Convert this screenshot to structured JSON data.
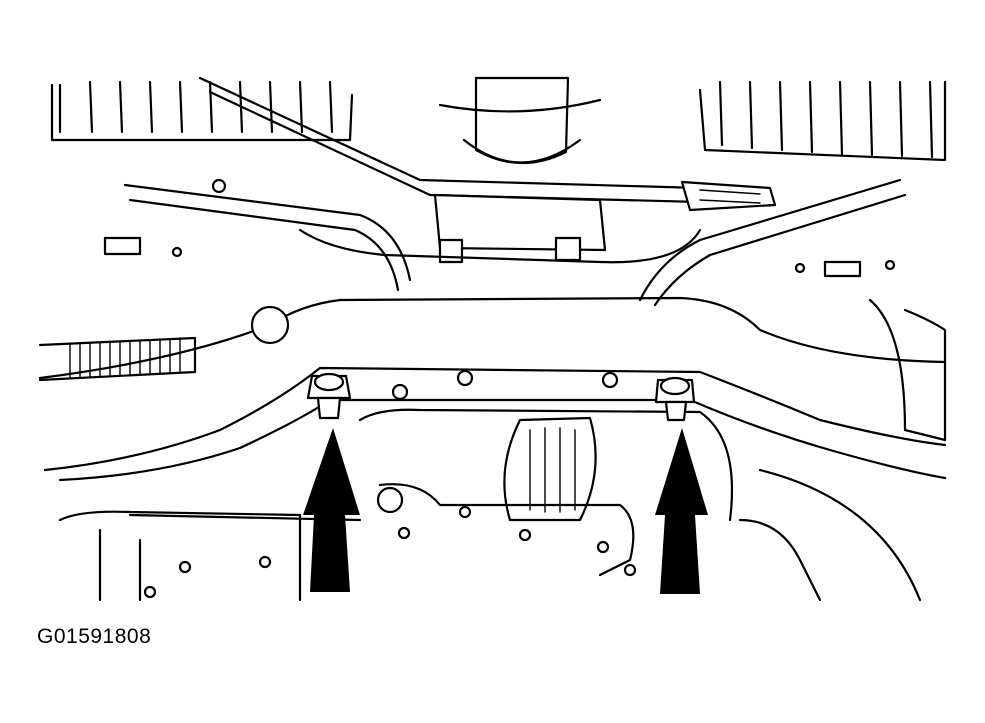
{
  "figure": {
    "id_label": "G01591808",
    "line_color": "#000000",
    "background_color": "#ffffff"
  },
  "callouts": [
    {
      "name": "left-mount-bolt",
      "arrow": "up-arrow-icon"
    },
    {
      "name": "right-mount-bolt",
      "arrow": "up-arrow-icon"
    }
  ]
}
